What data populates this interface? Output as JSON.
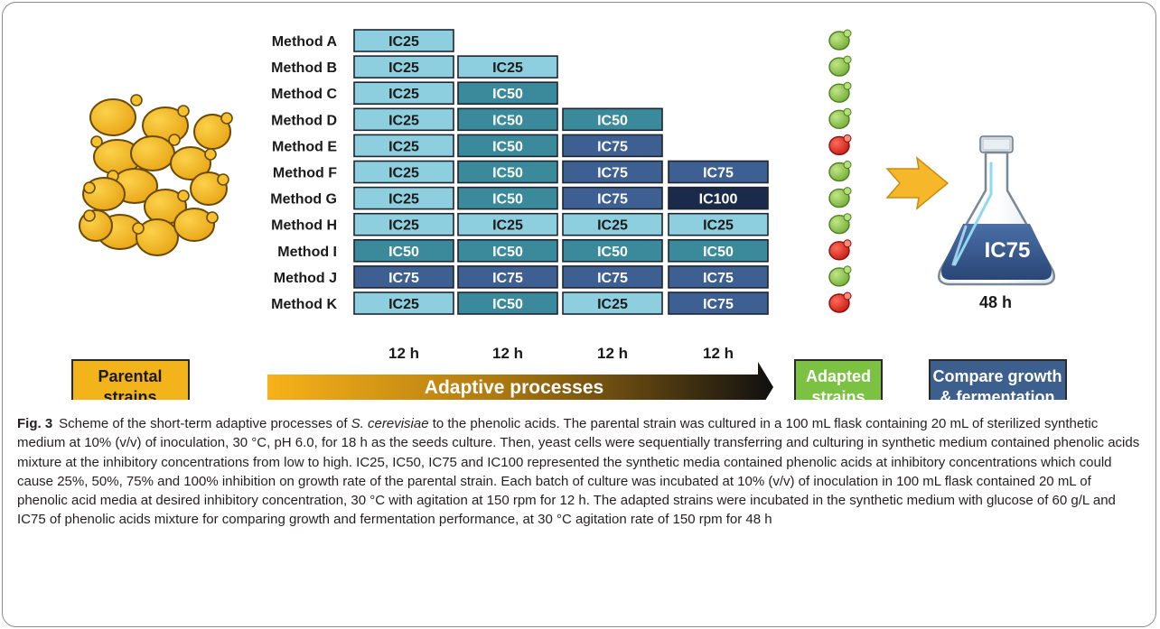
{
  "methods": [
    {
      "label": "Method A",
      "steps": [
        "IC25"
      ],
      "outcome": "green"
    },
    {
      "label": "Method B",
      "steps": [
        "IC25",
        "IC25"
      ],
      "outcome": "green"
    },
    {
      "label": "Method C",
      "steps": [
        "IC25",
        "IC50"
      ],
      "outcome": "green"
    },
    {
      "label": "Method D",
      "steps": [
        "IC25",
        "IC50",
        "IC50"
      ],
      "outcome": "green"
    },
    {
      "label": "Method E",
      "steps": [
        "IC25",
        "IC50",
        "IC75"
      ],
      "outcome": "red"
    },
    {
      "label": "Method F",
      "steps": [
        "IC25",
        "IC50",
        "IC75",
        "IC75"
      ],
      "outcome": "green"
    },
    {
      "label": "Method G",
      "steps": [
        "IC25",
        "IC50",
        "IC75",
        "IC100"
      ],
      "outcome": "green"
    },
    {
      "label": "Method H",
      "steps": [
        "IC25",
        "IC25",
        "IC25",
        "IC25"
      ],
      "outcome": "green"
    },
    {
      "label": "Method I",
      "steps": [
        "IC50",
        "IC50",
        "IC50",
        "IC50"
      ],
      "outcome": "red"
    },
    {
      "label": "Method J",
      "steps": [
        "IC75",
        "IC75",
        "IC75",
        "IC75"
      ],
      "outcome": "green"
    },
    {
      "label": "Method K",
      "steps": [
        "IC25",
        "IC50",
        "IC25",
        "IC75"
      ],
      "outcome": "red"
    }
  ],
  "durations": [
    "12 h",
    "12 h",
    "12 h",
    "12 h"
  ],
  "flask": {
    "label": "IC75",
    "time": "48 h"
  },
  "stages": {
    "parental": [
      "Parental",
      "strains"
    ],
    "adaptive": "Adaptive processes",
    "adapted": [
      "Adapted",
      "strains"
    ],
    "compare": [
      "Compare growth",
      "& fermentation"
    ]
  },
  "colors": {
    "IC25": "#8ecfdf",
    "IC50": "#3a8a9c",
    "IC75": "#3d5f92",
    "IC100": "#1a2a4a",
    "IC25_text": "#1a1a1a",
    "light_text": "#ffffff",
    "cell_yellow": "#f2b21f",
    "stage_parental": "#f3b41b",
    "stage_adapted": "#7cc242",
    "stage_compare": "#3c5f8e",
    "outcome_green": "#8cc84b",
    "outcome_red": "#e2231a",
    "arrow_orange": "#f6b82a"
  },
  "caption": {
    "label": "Fig. 3",
    "text_before_species": "Scheme of the short-term adaptive processes of ",
    "species": "S. cerevisiae",
    "text_after_species": " to the phenolic acids. The parental strain was cultured in a 100 mL flask containing 20 mL of sterilized synthetic medium at 10% (v/v) of inoculation, 30 °C, pH 6.0, for 18 h as the seeds culture. Then, yeast cells were sequentially transferring and culturing in synthetic medium contained phenolic acids mixture at the inhibitory concentrations from low to high. IC25, IC50, IC75 and IC100 represented the synthetic media contained phenolic acids at inhibitory concentrations which could cause 25%, 50%, 75% and 100% inhibition on growth rate of the parental strain. Each batch of culture was incubated at 10% (v/v) of inoculation in 100 mL flask contained 20 mL of phenolic acid media at desired inhibitory concentration, 30 °C with agitation at 150 rpm for 12 h. The adapted strains were incubated in the synthetic medium with glucose of 60 g/L and IC75 of phenolic acids mixture for comparing growth and fermentation performance, at 30 °C agitation rate of 150 rpm for 48 h"
  }
}
